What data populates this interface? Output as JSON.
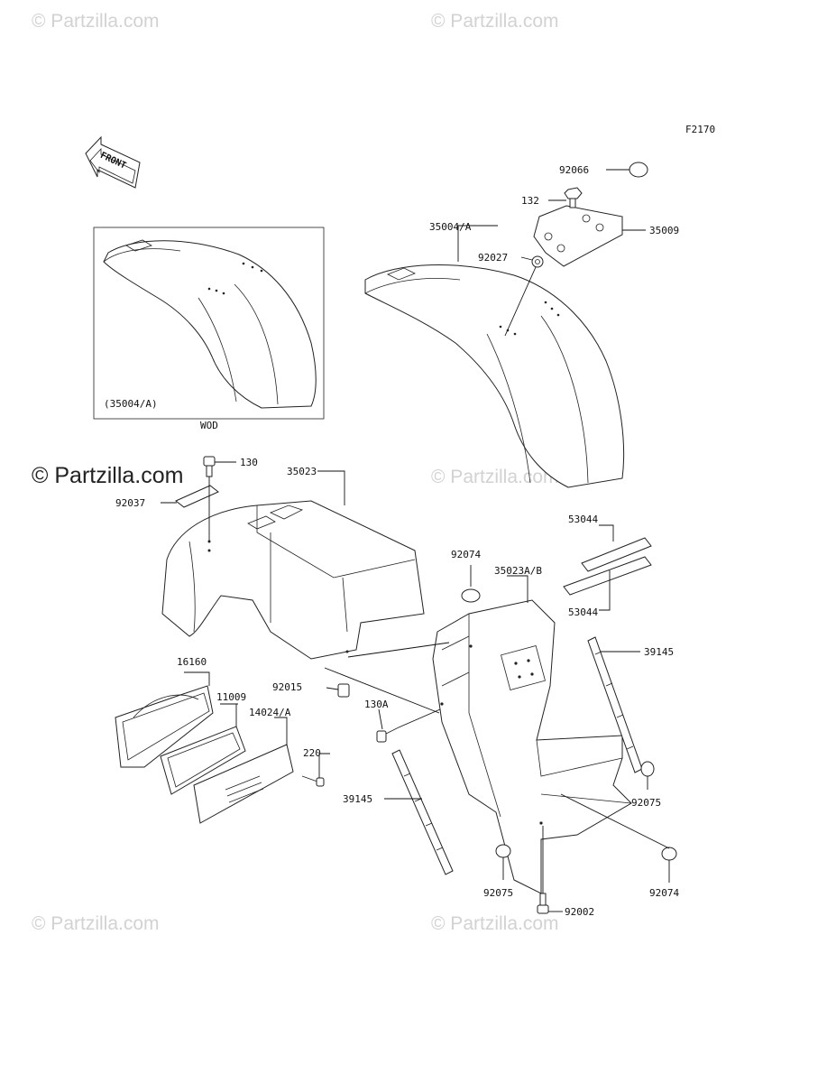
{
  "figure_code": "F2170",
  "front_label": "FRONT",
  "inset": {
    "part_ref": "(35004/A)",
    "caption": "WOD"
  },
  "watermark": "© Partzilla.com",
  "watermark_main": "© Partzilla.com",
  "labels": {
    "p92066": "92066",
    "p132": "132",
    "p35009": "35009",
    "p35004A": "35004/A",
    "p92027": "92027",
    "p130": "130",
    "p35023": "35023",
    "p92037": "92037",
    "p53044a": "53044",
    "p53044b": "53044",
    "p92074a": "92074",
    "p35023AB": "35023A/B",
    "p39145a": "39145",
    "p16160": "16160",
    "p11009": "11009",
    "p92015": "92015",
    "p14024A": "14024/A",
    "p130A": "130A",
    "p220": "220",
    "p39145b": "39145",
    "p92075a": "92075",
    "p92075b": "92075",
    "p92074b": "92074",
    "p92002": "92002"
  }
}
